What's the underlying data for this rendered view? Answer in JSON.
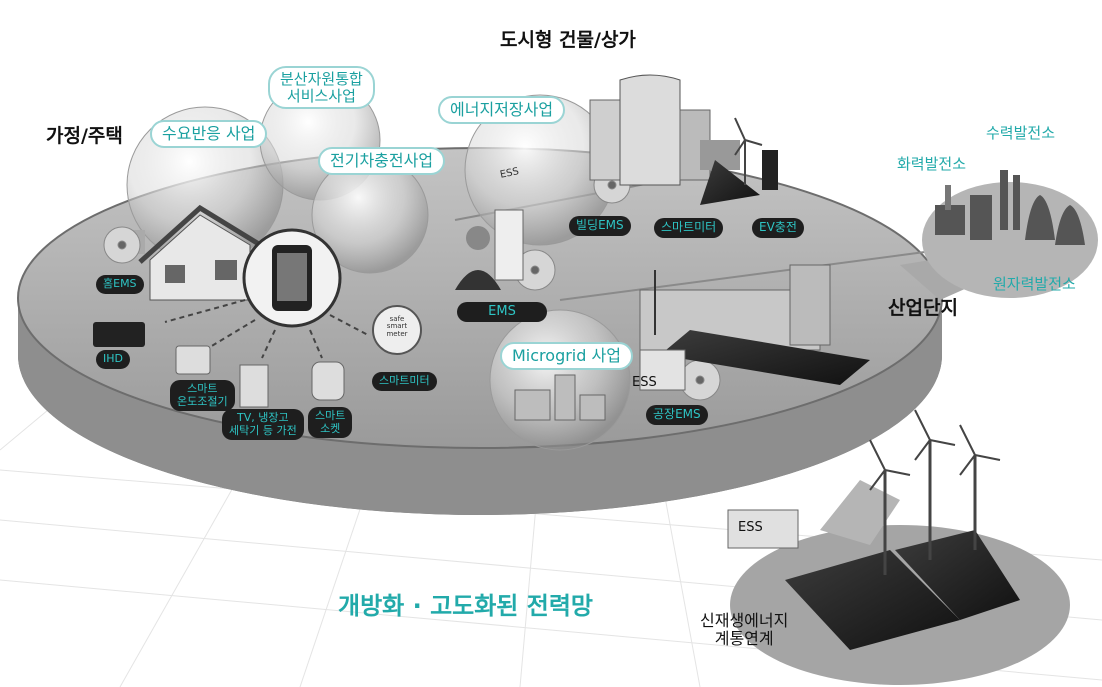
{
  "regions": {
    "city": "도시형 건물/상가",
    "home": "가정/주택",
    "industry": "산업단지"
  },
  "services": {
    "demand_response": "수요반응 사업",
    "der_integration_line1": "분산자원통합",
    "der_integration_line2": "서비스사업",
    "ev_charging": "전기차충전사업",
    "energy_storage": "에너지저장사업",
    "microgrid": "Microgrid 사업"
  },
  "tags": {
    "home_ems": "홈EMS",
    "ihd": "IHD",
    "thermostat_line1": "스마트",
    "thermostat_line2": "온도조절기",
    "appliances_line1": "TV, 냉장고",
    "appliances_line2": "세탁기 등 가전",
    "socket_line1": "스마트",
    "socket_line2": "소켓",
    "smart_meter_home": "스마트미터",
    "ems": "EMS",
    "building_ems": "빌딩EMS",
    "smart_meter_city": "스마트미터",
    "ev_charge": "EV충전",
    "factory_ems": "공장EMS"
  },
  "plants": {
    "hydro": "수력발전소",
    "thermal": "화력발전소",
    "nuclear": "원자력발전소"
  },
  "ess_labels": {
    "microgrid_ess": "ESS",
    "renewable_ess": "ESS",
    "storage_box": "ESS"
  },
  "meter_text": {
    "line1": "safe",
    "line2": "smart",
    "line3": "meter"
  },
  "renewable": {
    "line1": "신재생에너지",
    "line2": "계통연계"
  },
  "headline": "개방화 · 고도화된 전력망",
  "colors": {
    "teal": "#22aaaa",
    "platform": "#a9a9a9",
    "tag_bg": "#1e1e1e"
  }
}
